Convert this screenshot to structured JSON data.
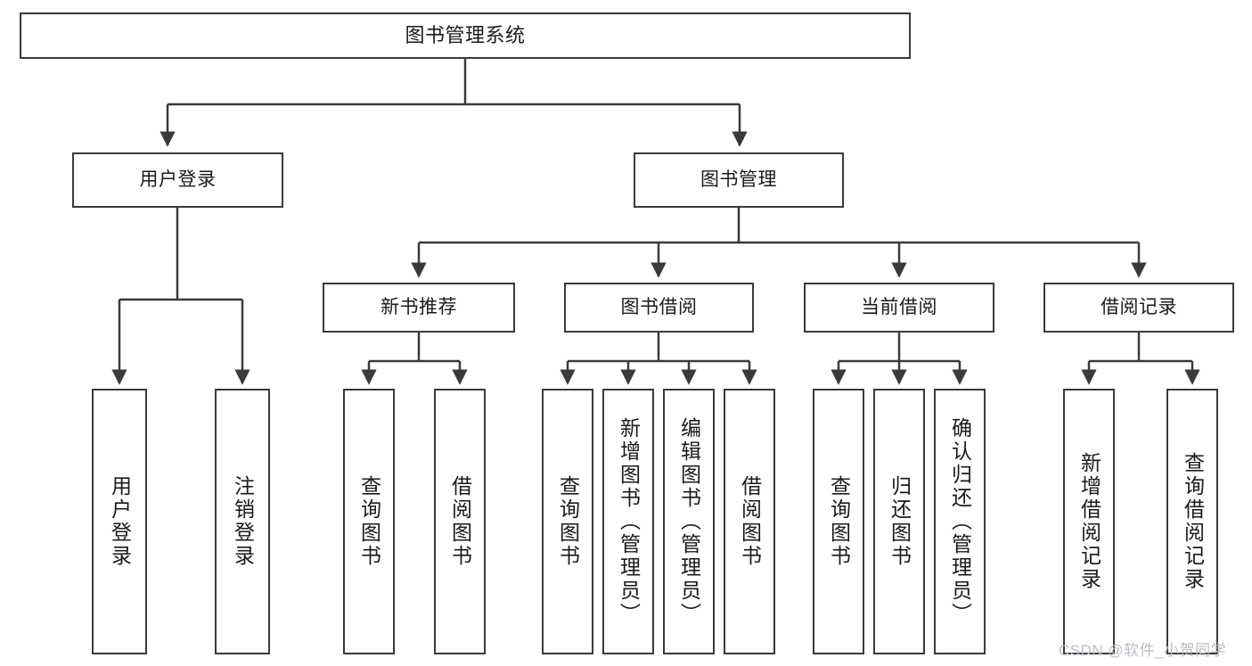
{
  "diagram": {
    "type": "tree-hierarchy",
    "title": "图书管理系统",
    "root": {
      "id": "root",
      "label": "图书管理系统"
    },
    "level1": [
      {
        "id": "user-login",
        "label": "用户登录"
      },
      {
        "id": "book-management",
        "label": "图书管理"
      }
    ],
    "level2": [
      {
        "id": "new-book-recommend",
        "label": "新书推荐",
        "parent": "book-management"
      },
      {
        "id": "book-borrow",
        "label": "图书借阅",
        "parent": "book-management"
      },
      {
        "id": "current-borrow",
        "label": "当前借阅",
        "parent": "book-management"
      },
      {
        "id": "borrow-record",
        "label": "借阅记录",
        "parent": "book-management"
      }
    ],
    "leaves": {
      "user_login": [
        {
          "id": "leaf-user-login",
          "label": "用户登录"
        },
        {
          "id": "leaf-user-logout",
          "label": "注销登录"
        }
      ],
      "new_book_recommend": [
        {
          "id": "leaf-query-book-1",
          "label": "查询图书"
        },
        {
          "id": "leaf-borrow-book-1",
          "label": "借阅图书"
        }
      ],
      "book_borrow": [
        {
          "id": "leaf-query-book-2",
          "label": "查询图书"
        },
        {
          "id": "leaf-add-book",
          "label": "新增图书（管理员）"
        },
        {
          "id": "leaf-edit-book",
          "label": "编辑图书（管理员）"
        },
        {
          "id": "leaf-borrow-book-2",
          "label": "借阅图书"
        }
      ],
      "current_borrow": [
        {
          "id": "leaf-query-book-3",
          "label": "查询图书"
        },
        {
          "id": "leaf-return-book",
          "label": "归还图书"
        },
        {
          "id": "leaf-confirm-return",
          "label": "确认归还（管理员）"
        }
      ],
      "borrow_record": [
        {
          "id": "leaf-add-record",
          "label": "新增借阅记录"
        },
        {
          "id": "leaf-query-record",
          "label": "查询借阅记录"
        }
      ]
    },
    "colors": {
      "stroke": "#3a3a3a",
      "background": "#ffffff",
      "text": "#1a1a1a",
      "watermark": "#b9bdc2"
    }
  },
  "watermark": {
    "text": "CSDN @软件_小贺同学"
  }
}
